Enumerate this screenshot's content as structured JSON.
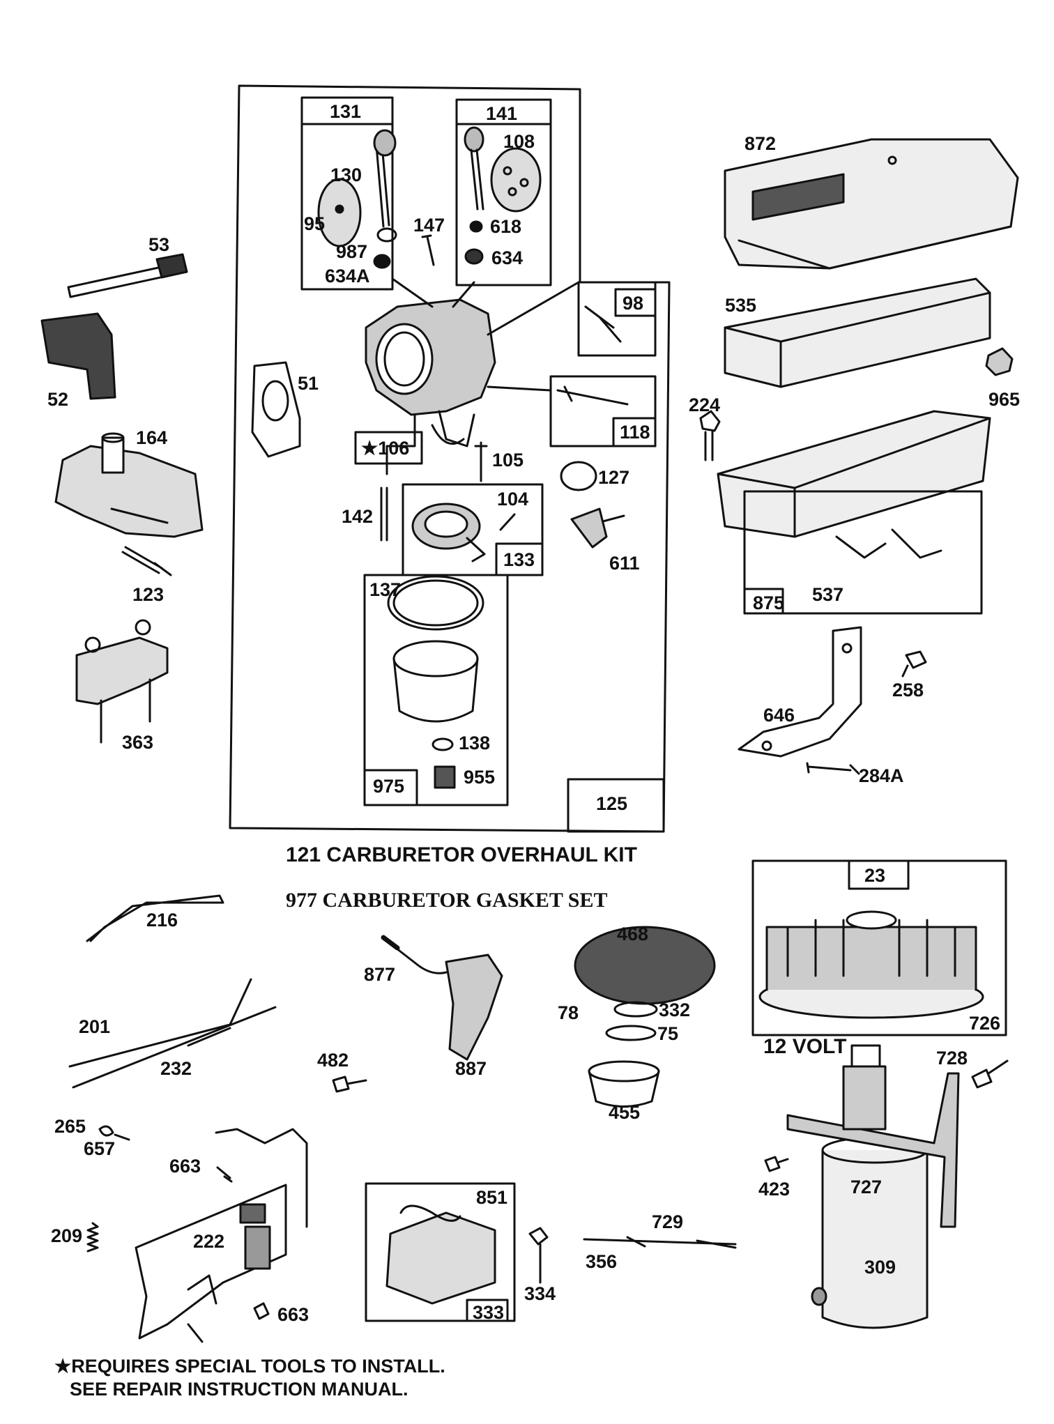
{
  "diagram": {
    "kit_lines": {
      "overhaul": "121 CARBURETOR OVERHAUL KIT",
      "gasket": "977 CARBURETOR GASKET SET"
    },
    "volt_label": "12 VOLT",
    "footnote": {
      "line1": "★REQUIRES SPECIAL TOOLS TO INSTALL.",
      "line2": "SEE REPAIR INSTRUCTION MANUAL."
    },
    "box_labels": {
      "b131": "131",
      "b141": "141",
      "b98": "98",
      "b118": "118",
      "b106": "★106",
      "b133": "133",
      "b975": "975",
      "b125": "125",
      "b875": "875",
      "b23": "23",
      "b333": "333"
    },
    "part_labels": {
      "p53": "53",
      "p52": "52",
      "p164": "164",
      "p123": "123",
      "p363": "363",
      "p130": "130",
      "p95": "95",
      "p987": "987",
      "p634a": "634A",
      "p147": "147",
      "p108": "108",
      "p618": "618",
      "p634": "634",
      "p51": "51",
      "p105": "105",
      "p142": "142",
      "p104": "104",
      "p127": "127",
      "p611": "611",
      "p137": "137",
      "p138": "138",
      "p955": "955",
      "p872": "872",
      "p535": "535",
      "p965": "965",
      "p224": "224",
      "p537": "537",
      "p258": "258",
      "p646": "646",
      "p284a": "284A",
      "p216": "216",
      "p201": "201",
      "p232": "232",
      "p468": "468",
      "p877": "877",
      "p78": "78",
      "p332": "332",
      "p75": "75",
      "p887": "887",
      "p482": "482",
      "p455": "455",
      "p726": "726",
      "p728": "728",
      "p265": "265",
      "p657": "657",
      "p663a": "663",
      "p209": "209",
      "p222": "222",
      "p663b": "663",
      "p851": "851",
      "p334": "334",
      "p729": "729",
      "p356": "356",
      "p423": "423",
      "p727": "727",
      "p309": "309"
    }
  }
}
